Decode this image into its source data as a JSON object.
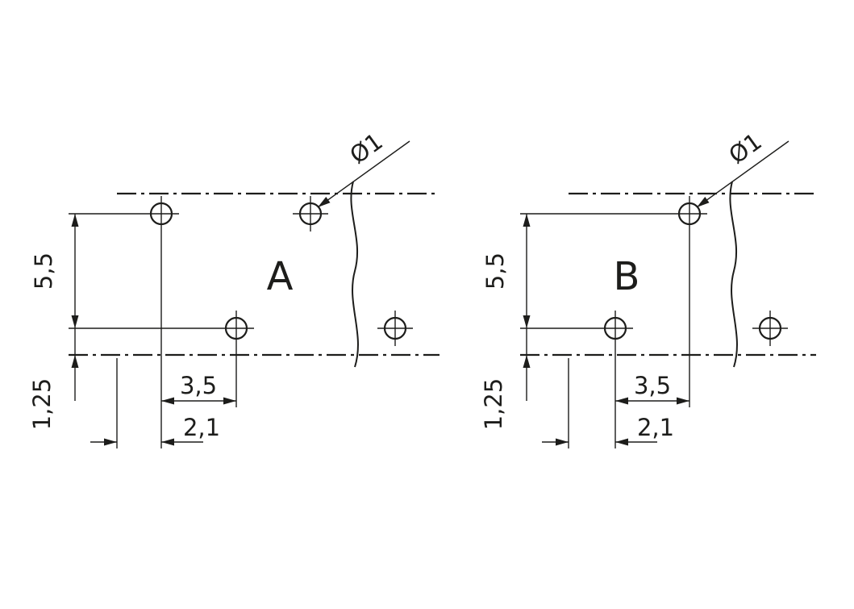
{
  "diagram": {
    "type": "technical-drawing",
    "description": "PCB drilling plan with two pin-pattern variants",
    "colors": {
      "line": "#1d1d1b",
      "background": "#ffffff"
    },
    "drawings": [
      {
        "variant_label": "A",
        "dimensions": {
          "row_spacing": "5,5",
          "edge_distance": "1,25",
          "hole_offset": "3,5",
          "edge_offset": "2,1",
          "hole_diameter": "Ø1"
        }
      },
      {
        "variant_label": "B",
        "dimensions": {
          "row_spacing": "5,5",
          "edge_distance": "1,25",
          "hole_offset": "3,5",
          "edge_offset": "2,1",
          "hole_diameter": "Ø1"
        }
      }
    ]
  }
}
